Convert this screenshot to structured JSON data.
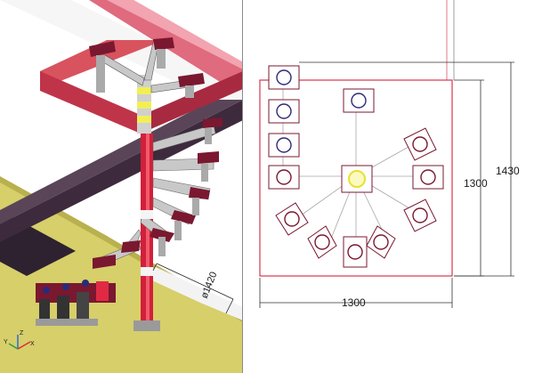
{
  "views": {
    "iso": {
      "dimension_label": "ø1420",
      "axes": {
        "x": "X",
        "y": "Y",
        "z": "Z"
      }
    },
    "plan": {
      "width_label": "1300",
      "height_label": "1300",
      "outer_label": "1430"
    }
  },
  "colors": {
    "floor": "#d6cf6a",
    "floor_edge": "#3a2a3a",
    "beam": "#3d2a3d",
    "railing": "#e06a7e",
    "column": "#d2203a",
    "column_band": "#f2ef55",
    "tread_arm": "#c8c8c8",
    "flange": "#7a1830",
    "bolt_circle": "#2a2a7a",
    "plan_outline": "#d8354a",
    "plan_box": "#7a1830",
    "hub": "#e8e030"
  }
}
